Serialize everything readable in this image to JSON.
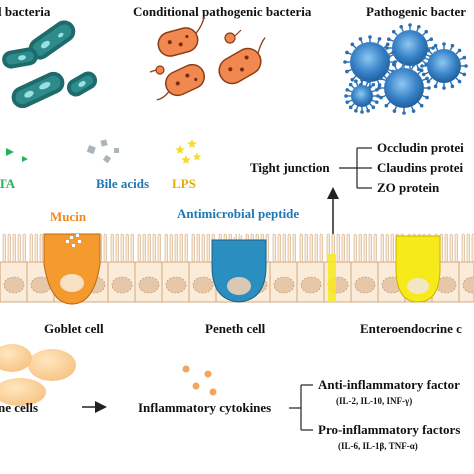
{
  "bacteria": {
    "beneficial": "l bacteria",
    "conditional": "Conditional pathogenic bacteria",
    "pathogenic": "Pathogenic bacter"
  },
  "metabolites": {
    "scfa": "TA",
    "bile_acids": "Bile acids",
    "lps": "LPS"
  },
  "tight_junction": {
    "label": "Tight junction",
    "items": [
      "Occludin protei",
      "Claudins protei",
      "ZO protein"
    ]
  },
  "epithelium": {
    "mucin": "Mucin",
    "antimicrobial": "Antimicrobial peptide"
  },
  "cells": {
    "goblet": "Goblet cell",
    "paneth": "Peneth cell",
    "enteroendocrine": "Enteroendocrine c"
  },
  "immune": {
    "cells": "ne cells",
    "cytokines": "Inflammatory cytokines",
    "anti_title": "Anti-inflammatory factor",
    "anti_list": "(IL-2, IL-10, INF-γ)",
    "pro_title": "Pro-inflammatory factors",
    "pro_list": "(IL-6, IL-1β, TNF-α)"
  },
  "colors": {
    "beneficial": "#1f6b6b",
    "conditional": "#f0884f",
    "pathogenic": "#3a7fc8",
    "scfa": "#22b25a",
    "bile": "#aab4bb",
    "lps": "#f5dc2a",
    "mucin_label": "#f08a1f",
    "amp_label": "#1e78b4",
    "goblet": "#f59a2e",
    "paneth": "#2a8fc0",
    "endocrine": "#f7ea1b",
    "enterocyte": "#fbebd9"
  }
}
